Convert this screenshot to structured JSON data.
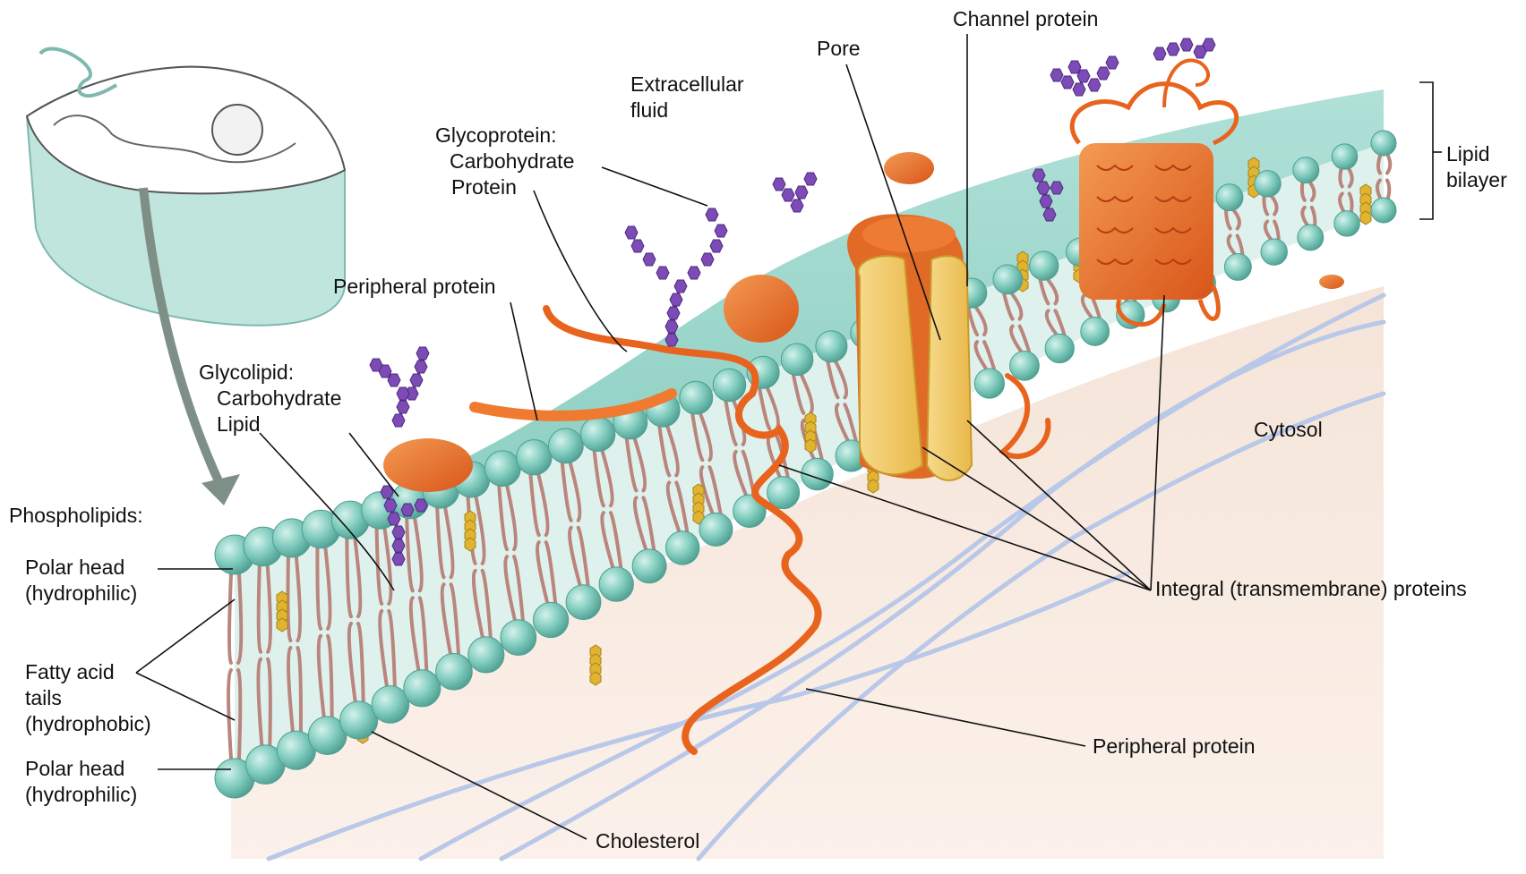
{
  "diagram": {
    "labels": {
      "phospholipids": "Phospholipids:",
      "polar_head_top": [
        "Polar head",
        "(hydrophilic)"
      ],
      "fatty_acid_tails": [
        "Fatty acid",
        "tails",
        "(hydrophobic)"
      ],
      "polar_head_bottom": [
        "Polar head",
        "(hydrophilic)"
      ],
      "glycolipid": [
        "Glycolipid:",
        "Carbohydrate",
        "Lipid"
      ],
      "peripheral_protein_top": "Peripheral protein",
      "glycoprotein": [
        "Glycoprotein:",
        "Carbohydrate",
        "Protein"
      ],
      "extracellular_fluid": [
        "Extracellular",
        "fluid"
      ],
      "pore": "Pore",
      "channel_protein": "Channel protein",
      "lipid_bilayer": [
        "Lipid",
        "bilayer"
      ],
      "cytosol": "Cytosol",
      "integral_proteins": "Integral (transmembrane) proteins",
      "peripheral_protein_bottom": "Peripheral protein",
      "cholesterol": "Cholesterol"
    },
    "colors": {
      "head": "#7fcbbd",
      "head_dark": "#4f9f92",
      "membrane_fill": "#d9efea",
      "tail": "#b9857c",
      "protein": "#e8641e",
      "protein_light": "#f28a3c",
      "channel": "#f3cf6a",
      "carbohydrate": "#7d4bb5",
      "cholesterol": "#e0b431",
      "cytosol": "#f2ddcf",
      "filament": "#b9c8e8",
      "leader": "#111111"
    }
  }
}
